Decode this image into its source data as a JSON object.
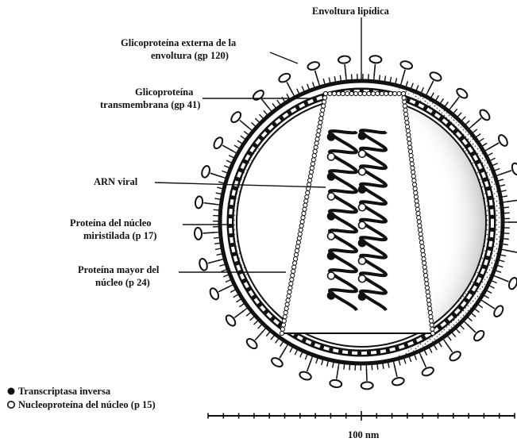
{
  "diagram": {
    "labels": {
      "envelope": "Envoltura lipídica",
      "gp120_line1": "Glicoproteína externa de la",
      "gp120_line2": "envoltura (gp 120)",
      "gp41_line1": "Glicoproteína",
      "gp41_line2": "transmembrana (gp 41)",
      "rna": "ARN viral",
      "p17_line1": "Proteína del núcleo",
      "p17_line2": "miristilada (p 17)",
      "p24_line1": "Proteína mayor del",
      "p24_line2": "núcleo (p 24)"
    },
    "legend": {
      "filled": "Transcriptasa inversa",
      "open": "Nucleoproteína del núcleo (p 15)"
    },
    "scale": {
      "label": "100 nm"
    },
    "colors": {
      "ink": "#111111",
      "background": "#ffffff"
    }
  }
}
